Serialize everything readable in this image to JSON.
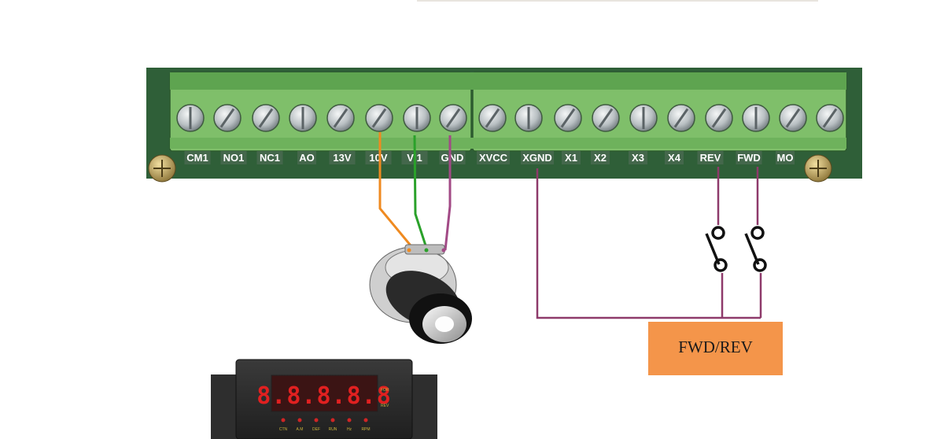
{
  "colors": {
    "board": "#2f5f38",
    "terminal_block": "#7fbf6a",
    "label_plate": "#44674b",
    "wire_10v": "#ef8a20",
    "wire_vi1": "#2aa12a",
    "wire_gnd": "#a24a86",
    "wire_switch": "#8e3a6b",
    "fwdrev_box": "#f4954a",
    "display_digits": "#e02020"
  },
  "terminals": [
    {
      "label": "CM1"
    },
    {
      "label": "NO1"
    },
    {
      "label": "NC1"
    },
    {
      "label": "AO"
    },
    {
      "label": "13V"
    },
    {
      "label": "10V"
    },
    {
      "label": "VI1"
    },
    {
      "label": "GND"
    },
    {
      "label": "XVCC"
    },
    {
      "label": "XGND"
    },
    {
      "label": "X1"
    },
    {
      "label": "X2"
    },
    {
      "label": "X3"
    },
    {
      "label": "X4"
    },
    {
      "label": "REV"
    },
    {
      "label": "FWD"
    },
    {
      "label": "MO"
    }
  ],
  "fwdrev_box": {
    "label": "FWD/REV"
  },
  "potentiometer": {
    "icon": "potentiometer-icon"
  },
  "switches": [
    {
      "icon": "switch-rev-icon"
    },
    {
      "icon": "switch-fwd-icon"
    }
  ],
  "keypad": {
    "display": "8.8.8.8.8",
    "side_labels": [
      "FOR",
      "REV"
    ],
    "indicator_labels": [
      "CTN",
      "A.M",
      "DEF",
      "RUN",
      "Hz",
      "RPM"
    ]
  }
}
